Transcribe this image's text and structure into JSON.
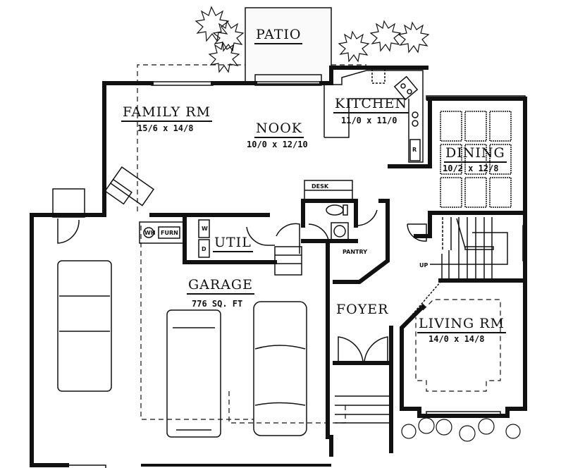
{
  "plan": {
    "rooms": {
      "patio": {
        "name": "PATIO"
      },
      "family": {
        "name": "FAMILY RM",
        "dims": "15/6 x 14/8"
      },
      "nook": {
        "name": "NOOK",
        "dims": "10/0 x 12/10"
      },
      "kitchen": {
        "name": "KITCHEN",
        "dims": "11/0 x 11/0"
      },
      "dining": {
        "name": "DINING",
        "dims": "10/2 x 12/8"
      },
      "util": {
        "name": "UTIL"
      },
      "garage": {
        "name": "GARAGE",
        "dims": "776 SQ. FT"
      },
      "foyer": {
        "name": "FOYER"
      },
      "living": {
        "name": "LIVING RM",
        "dims": "14/0 x 14/8"
      },
      "pantry": {
        "name": "PANTRY"
      },
      "desk": {
        "name": "DESK"
      }
    },
    "fixtures": {
      "water_heater": "WH",
      "furnace": "FURN",
      "washer": "W",
      "dryer": "D",
      "refrigerator": "R",
      "stairs_up": "UP"
    },
    "colors": {
      "ink": "#111111",
      "paper": "#ffffff"
    }
  }
}
